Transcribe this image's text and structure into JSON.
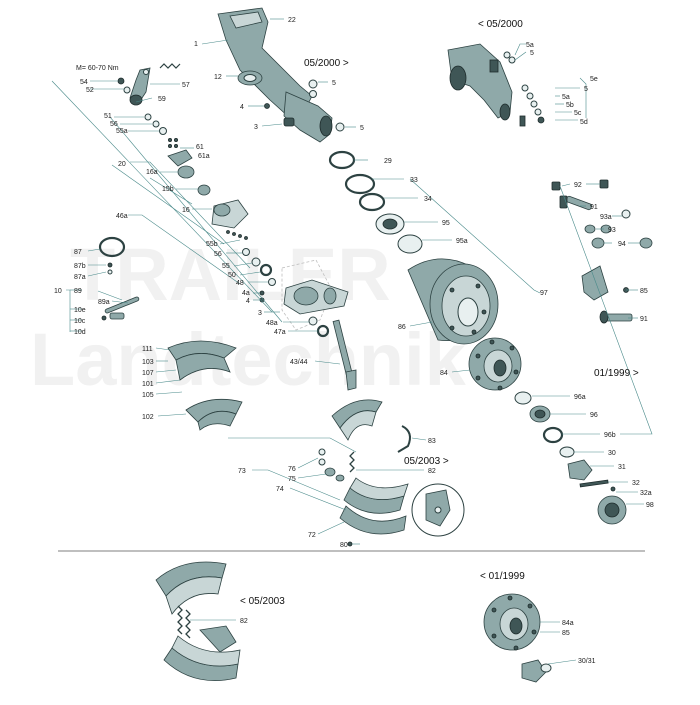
{
  "headers": {
    "lt_05_2000": "< 05/2000",
    "gt_05_2000": "05/2000 >",
    "torque": "M= 60-70 Nm",
    "gt_01_1999": "01/1999 >",
    "gt_05_2003": "05/2003 >",
    "lt_05_2003": "< 05/2003",
    "lt_01_1999": "< 01/1999"
  },
  "watermark": {
    "line1": "TRAILER",
    "line2": "Landtechnik"
  },
  "labels": {
    "l1": "1",
    "l22": "22",
    "l12": "12",
    "l5a": "5",
    "l4": "4",
    "l3": "3",
    "l5b": "5",
    "l5c": "5a",
    "l5d": "5",
    "l5e": "5e",
    "l5f": "5",
    "l5g": "5a",
    "l5h": "5b",
    "l5i": "5c",
    "l5j": "5d",
    "l54": "54",
    "l52": "52",
    "l57": "57",
    "l59": "59",
    "l51": "51",
    "l56": "56",
    "l55a": "55a",
    "l61": "61",
    "l61a": "61a",
    "l20": "20",
    "l16a": "16a",
    "l15b": "15b",
    "l16": "16",
    "l46a": "46a",
    "l55b": "55b",
    "l56b": "56",
    "l55": "55",
    "l50": "50",
    "l48": "48",
    "l4a": "4a",
    "l4b": "4",
    "l3b": "3",
    "l48a": "48a",
    "l47a": "47a",
    "l4344": "43/44",
    "l87": "87",
    "l87b": "87b",
    "l87a": "87a",
    "l10": "10",
    "l89": "89",
    "l89a": "89a",
    "l10e": "10e",
    "l10c": "10c",
    "l10d": "10d",
    "l29": "29",
    "l33": "33",
    "l34": "34",
    "l95": "95",
    "l95a": "95a",
    "l97": "97",
    "l86": "86",
    "l84": "84",
    "l92": "92",
    "l91": "91",
    "l93a": "93a",
    "l93": "93",
    "l94": "94",
    "l85": "85",
    "l91b": "91",
    "l111": "111",
    "l103": "103",
    "l107": "107",
    "l101": "101",
    "l105": "105",
    "l102": "102",
    "l96a": "96a",
    "l96": "96",
    "l96b": "96b",
    "l30": "30",
    "l31": "31",
    "l32": "32",
    "l32a": "32a",
    "l98": "98",
    "l83": "83",
    "l76": "76",
    "l75": "75",
    "l82": "82",
    "l73": "73",
    "l74": "74",
    "l72": "72",
    "l80": "80",
    "l82b": "82",
    "l84a": "84a",
    "l85b": "85",
    "l3031": "30/31"
  }
}
